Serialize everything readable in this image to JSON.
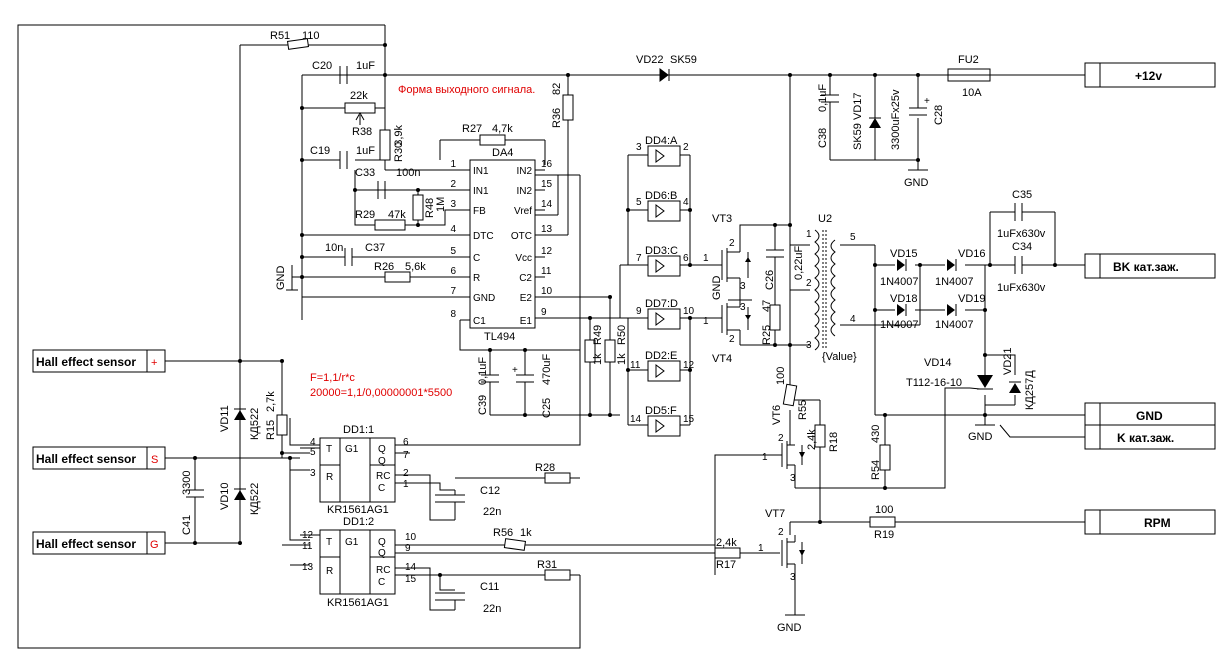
{
  "red_text": {
    "output_signal_note": "Форма выходного сигнала.",
    "formula_1": "F=1,1/r*c",
    "formula_2": "20000=1,1/0,00000001*5500"
  },
  "connectors": {
    "hall_1": {
      "label": "Hall effect sensor",
      "pin": "+"
    },
    "hall_2": {
      "label": "Hall effect sensor",
      "pin": "S"
    },
    "hall_3": {
      "label": "Hall effect sensor",
      "pin": "G"
    },
    "plus12": {
      "label": "+12v"
    },
    "bk": {
      "label": "BK кат.заж."
    },
    "gnd": {
      "label": "GND"
    },
    "k": {
      "label": "K кат.заж."
    },
    "rpm": {
      "label": "RPM"
    }
  },
  "gnd_labels": {
    "gnd_left": "GND",
    "gnd_top": "GND",
    "gnd_mid": "GND",
    "gnd_vd14": "GND",
    "gnd_bottom": "GND"
  },
  "components": {
    "r51": {
      "ref": "R51",
      "value": "110"
    },
    "c20": {
      "ref": "C20",
      "value": "1uF"
    },
    "r38": {
      "ref": "R38",
      "value": "22k"
    },
    "r30": {
      "ref": "R30",
      "value": "3,9k"
    },
    "c19": {
      "ref": "C19",
      "value": "1uF"
    },
    "c33": {
      "ref": "C33",
      "value": "100n"
    },
    "r29": {
      "ref": "R29",
      "value": "47k"
    },
    "r48": {
      "ref": "R48",
      "value": "1M"
    },
    "c37": {
      "ref": "C37",
      "value": "10n"
    },
    "r26": {
      "ref": "R26",
      "value": "5,6k"
    },
    "r27": {
      "ref": "R27",
      "value": "4,7k"
    },
    "r36": {
      "ref": "R36",
      "value": "82"
    },
    "da4": {
      "ref": "DA4",
      "part": "TL494"
    },
    "c39": {
      "ref": "C39",
      "value": "0,1uF"
    },
    "c25": {
      "ref": "C25",
      "value": "470uF"
    },
    "r49": {
      "ref": "R49",
      "value": "1k"
    },
    "r50": {
      "ref": "R50",
      "value": "1k"
    },
    "vd22": {
      "ref": "VD22",
      "part": "SK59"
    },
    "fu2": {
      "ref": "FU2",
      "value": "10A"
    },
    "c38": {
      "ref": "C38",
      "value": "0,1uF"
    },
    "vd17": {
      "ref": "VD17",
      "part": "SK59"
    },
    "c28": {
      "ref": "C28",
      "value": "3300uFx25v"
    },
    "dd4": {
      "ref": "DD4:A"
    },
    "dd6": {
      "ref": "DD6:B"
    },
    "dd3": {
      "ref": "DD3:C"
    },
    "dd7": {
      "ref": "DD7:D"
    },
    "dd2": {
      "ref": "DD2:E"
    },
    "dd5": {
      "ref": "DD5:F"
    },
    "vt3": {
      "ref": "VT3"
    },
    "vt4": {
      "ref": "VT4"
    },
    "c26": {
      "ref": "C26",
      "value": "0,22uF"
    },
    "r25": {
      "ref": "R25",
      "value": "47"
    },
    "u2": {
      "ref": "U2",
      "value": "{Value}"
    },
    "vd15": {
      "ref": "VD15",
      "part": "1N4007"
    },
    "vd16": {
      "ref": "VD16",
      "part": "1N4007"
    },
    "vd18": {
      "ref": "VD18",
      "part": "1N4007"
    },
    "vd19": {
      "ref": "VD19",
      "part": "1N4007"
    },
    "c35": {
      "ref": "C35",
      "value": "1uFx630v"
    },
    "c34": {
      "ref": "C34",
      "value": "1uFx630v"
    },
    "vd14": {
      "ref": "VD14",
      "part": "T112-16-10"
    },
    "vd21": {
      "ref": "VD21",
      "part": "КД257Д"
    },
    "r54": {
      "ref": "R54",
      "value": "430"
    },
    "r55": {
      "ref": "R55",
      "value": "100"
    },
    "vt6": {
      "ref": "VT6"
    },
    "r18": {
      "ref": "R18",
      "value": "2,4k"
    },
    "vt7": {
      "ref": "VT7"
    },
    "r19": {
      "ref": "R19",
      "value": "100"
    },
    "r17": {
      "ref": "R17",
      "value": "2,4k"
    },
    "r56": {
      "ref": "R56",
      "value": "1k"
    },
    "r28": {
      "ref": "R28"
    },
    "r31": {
      "ref": "R31"
    },
    "c12": {
      "ref": "C12",
      "value": "22n"
    },
    "c11": {
      "ref": "C11",
      "value": "22n"
    },
    "dd1_1": {
      "ref": "DD1:1",
      "part": "KR1561AG1"
    },
    "dd1_2": {
      "ref": "DD1:2",
      "part": "KR1561AG1"
    },
    "vd11": {
      "ref": "VD11",
      "part": "КД522"
    },
    "vd10": {
      "ref": "VD10",
      "part": "КД522"
    },
    "r15": {
      "ref": "R15",
      "value": "2,7k"
    },
    "c41": {
      "ref": "C41",
      "value": "3300"
    }
  },
  "tl494_pins_left": [
    {
      "num": "1",
      "name": "IN1"
    },
    {
      "num": "2",
      "name": "IN1"
    },
    {
      "num": "3",
      "name": "FB"
    },
    {
      "num": "4",
      "name": "DTC"
    },
    {
      "num": "5",
      "name": "C"
    },
    {
      "num": "6",
      "name": "R"
    },
    {
      "num": "7",
      "name": "GND"
    },
    {
      "num": "8",
      "name": "C1"
    }
  ],
  "tl494_pins_right": [
    {
      "num": "16",
      "name": "IN2"
    },
    {
      "num": "15",
      "name": "IN2"
    },
    {
      "num": "14",
      "name": "Vref"
    },
    {
      "num": "13",
      "name": "OTC"
    },
    {
      "num": "12",
      "name": "Vcc"
    },
    {
      "num": "11",
      "name": "C2"
    },
    {
      "num": "10",
      "name": "E2"
    },
    {
      "num": "9",
      "name": "E1"
    }
  ],
  "flipflop_pins": {
    "t": "T",
    "r": "R",
    "g1": "G1",
    "q": "Q",
    "q_bar": "Q",
    "rc": "RC",
    "c": "C"
  },
  "pin_numbers": {
    "dd4_in": "3",
    "dd4_out": "2",
    "dd6_in": "5",
    "dd6_out": "4",
    "dd3_in": "7",
    "dd3_out": "6",
    "dd7_in": "9",
    "dd7_out": "10",
    "dd2_in": "11",
    "dd2_out": "12",
    "dd5_in": "14",
    "dd5_out": "15",
    "ff1_t": "4",
    "ff1_t2": "5",
    "ff1_r": "3",
    "ff1_q": "6",
    "ff1_qb": "7",
    "ff1_rc": "2",
    "ff1_c": "1",
    "ff2_t": "12",
    "ff2_t2": "11",
    "ff2_r": "13",
    "ff2_q": "10",
    "ff2_qb": "9",
    "ff2_rc": "14",
    "ff2_c": "15",
    "one": "1",
    "two": "2",
    "three": "3",
    "four": "4",
    "five": "5"
  }
}
